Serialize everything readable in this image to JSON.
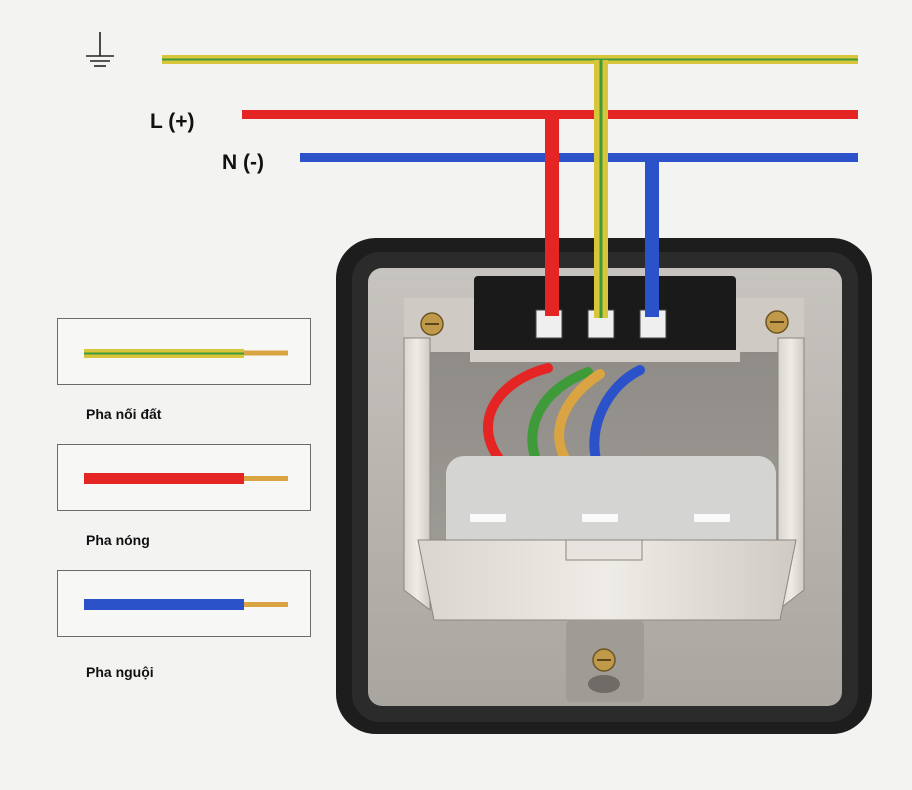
{
  "labels": {
    "live": "L (+)",
    "neutral": "N (-)"
  },
  "legend": [
    {
      "id": "earth",
      "label": "Pha nối đất",
      "color": "#d8c53a",
      "stripe": "#3f9a3a"
    },
    {
      "id": "live",
      "label": "Pha nóng",
      "color": "#e52424"
    },
    {
      "id": "neutral",
      "label": "Pha nguội",
      "color": "#2b52c9"
    }
  ],
  "colors": {
    "earth": "#d8c53a",
    "earth_stripe": "#3f9a3a",
    "live": "#e52424",
    "neutral": "#2b52c9",
    "copper": "#d9a441",
    "frame": "#1d1d1d",
    "plate": "#b9b6b1"
  },
  "icons": {
    "ground": "ground-symbol-icon"
  }
}
